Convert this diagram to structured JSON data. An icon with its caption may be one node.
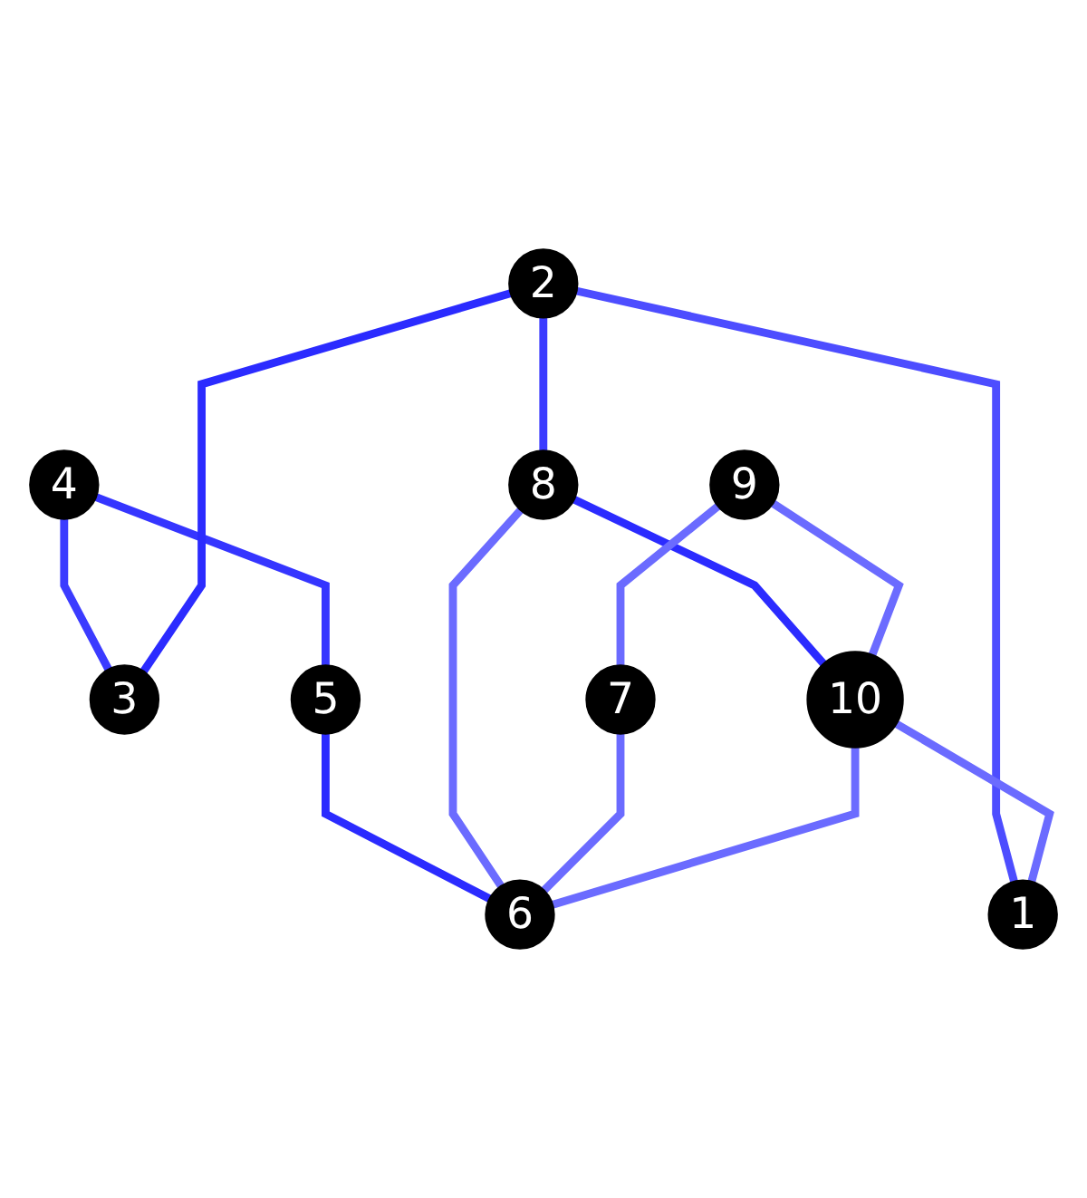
{
  "diagram": {
    "nodes": [
      {
        "text": [
          "1"
        ]
      },
      {
        "text": [
          "2"
        ]
      },
      {
        "text": [
          "3"
        ]
      },
      {
        "text": [
          "4"
        ]
      },
      {
        "text": [
          "5"
        ]
      },
      {
        "text": [
          "6"
        ]
      },
      {
        "text": [
          "7"
        ]
      },
      {
        "text": [
          "8"
        ]
      },
      {
        "text": [
          "9"
        ]
      },
      {
        "text": [
          "10"
        ]
      }
    ],
    "edges": [
      {
        "from": 3,
        "to": 4,
        "arrow": "none",
        "color": "#3535ff"
      },
      {
        "from": 4,
        "to": 5,
        "arrow": "none",
        "color": "#2b2bff"
      },
      {
        "from": 3,
        "to": 2,
        "arrow": "none",
        "color": "#3b3bff"
      },
      {
        "from": 1,
        "to": 7,
        "arrow": "none",
        "color": "#3b3bff"
      },
      {
        "from": 1,
        "to": 2,
        "arrow": "none",
        "color": "#2b2bff"
      },
      {
        "from": 1,
        "to": 0,
        "arrow": "none",
        "color": "#4d4dff"
      },
      {
        "from": 7,
        "to": 9,
        "arrow": "none",
        "color": "#2b2bff"
      },
      {
        "from": 7,
        "to": 5,
        "arrow": "none",
        "color": "#6b6bff"
      },
      {
        "from": 8,
        "to": 9,
        "arrow": "none",
        "color": "#6b6bff"
      },
      {
        "from": 8,
        "to": 6,
        "arrow": "none",
        "color": "#6b6bff"
      },
      {
        "from": 6,
        "to": 5,
        "arrow": "none",
        "color": "#6b6bff"
      },
      {
        "from": 9,
        "to": 5,
        "arrow": "none",
        "color": "#6b6bff"
      },
      {
        "from": 9,
        "to": 0,
        "arrow": "none",
        "color": "#6b6bff"
      }
    ]
  }
}
